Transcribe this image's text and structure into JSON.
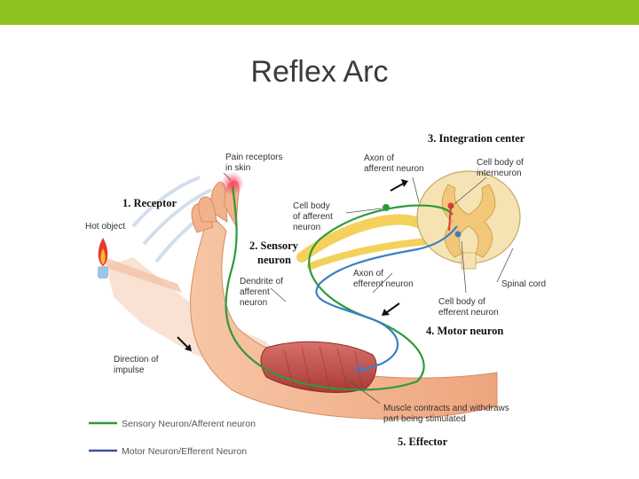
{
  "slide": {
    "title": "Reflex Arc",
    "accent_color": "#8dc21f"
  },
  "diagram": {
    "labels": {
      "integration_center": "3. Integration center",
      "pain_receptors_1": "Pain receptors",
      "pain_receptors_2": "in skin",
      "axon_afferent_1": "Axon of",
      "axon_afferent_2": "afferent neuron",
      "cell_body_inter_1": "Cell body of",
      "cell_body_inter_2": "interneuron",
      "receptor": "1. Receptor",
      "hot_object": "Hot object",
      "cell_body_afferent_1": "Cell body",
      "cell_body_afferent_2": "of afferent",
      "cell_body_afferent_3": "neuron",
      "sensory_neuron_1": "2. Sensory",
      "sensory_neuron_2": "neuron",
      "dendrite_1": "Dendrite of",
      "dendrite_2": "afferent",
      "dendrite_3": "neuron",
      "axon_efferent_1": "Axon of",
      "axon_efferent_2": "efferent neuron",
      "spinal_cord": "Spinal cord",
      "cell_body_efferent_1": "Cell body of",
      "cell_body_efferent_2": "efferent neuron",
      "motor_neuron": "4. Motor neuron",
      "direction_1": "Direction of",
      "direction_2": "impulse",
      "muscle_1": "Muscle contracts and withdraws",
      "muscle_2": "part being stimulated",
      "effector": "5. Effector"
    },
    "legend": [
      {
        "label": "Sensory Neuron/Afferent neuron",
        "color": "#2e9a3a"
      },
      {
        "label": "Motor Neuron/Efferent Neuron",
        "color": "#3c4fa8"
      }
    ],
    "colors": {
      "sensory": "#2e9a3a",
      "motor": "#3c7fc4",
      "skin": "#f2b38c",
      "muscle": "#c0504d",
      "spinal_white": "#f6e3b4",
      "spinal_gray": "#f2c77a",
      "nerve_yellow": "#f3d15a"
    }
  }
}
